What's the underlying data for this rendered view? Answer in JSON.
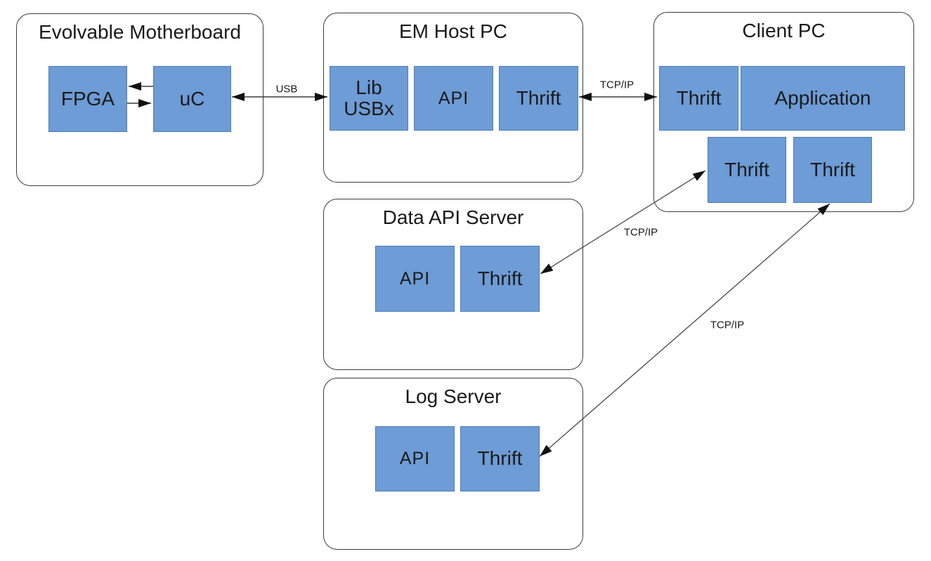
{
  "colors": {
    "box_fill": "#6D9CD6",
    "box_border": "#4F7DB4",
    "container_border": "#3B3B3B",
    "connector": "#3B3B3B",
    "arrowhead": "#111111",
    "text": "#1A1A1A"
  },
  "containers": [
    {
      "title": "Evolvable Motherboard",
      "boxes": [
        {
          "label": "FPGA"
        },
        {
          "label": "uC"
        }
      ]
    },
    {
      "title": "EM Host PC",
      "boxes": [
        {
          "label": "Lib USBx",
          "lines": [
            "Lib",
            "USBx"
          ]
        },
        {
          "label": "API"
        },
        {
          "label": "Thrift"
        }
      ]
    },
    {
      "title": "Client PC",
      "boxes": [
        {
          "label": "Thrift"
        },
        {
          "label": "Application"
        },
        {
          "label": "Thrift"
        },
        {
          "label": "Thrift"
        }
      ]
    },
    {
      "title": "Data API Server",
      "boxes": [
        {
          "label": "API"
        },
        {
          "label": "Thrift"
        }
      ]
    },
    {
      "title": "Log Server",
      "boxes": [
        {
          "label": "API"
        },
        {
          "label": "Thrift"
        }
      ]
    }
  ],
  "connections": [
    {
      "label": "USB",
      "from": "uC",
      "to": "Lib USBx",
      "style": "bidirectional"
    },
    {
      "label": "TCP/IP",
      "from": "EM Host PC / Thrift",
      "to": "Client PC / Thrift",
      "style": "bidirectional"
    },
    {
      "label": "TCP/IP",
      "from": "Data API Server / Thrift",
      "to": "Client PC / Thrift (lower left)",
      "style": "bidirectional"
    },
    {
      "label": "TCP/IP",
      "from": "Log Server / Thrift",
      "to": "Client PC / Thrift (lower right)",
      "style": "bidirectional"
    },
    {
      "label": "",
      "from": "uC",
      "to": "FPGA",
      "style": "arrow"
    },
    {
      "label": "",
      "from": "FPGA",
      "to": "uC",
      "style": "arrow"
    }
  ]
}
